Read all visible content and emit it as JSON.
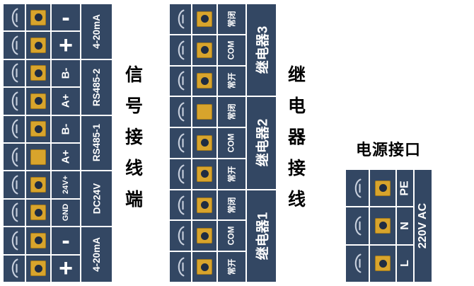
{
  "diagram": {
    "signal": {
      "title": "信号接线端",
      "rows": [
        {
          "label": "-"
        },
        {
          "label": "+"
        },
        {
          "label": "B-"
        },
        {
          "label": "A+"
        },
        {
          "label": "B-"
        },
        {
          "label": "A+"
        },
        {
          "label": "24V+"
        },
        {
          "label": "GND"
        },
        {
          "label": "-"
        },
        {
          "label": "+"
        }
      ],
      "groups": [
        {
          "label": "4-20mA",
          "span": 2
        },
        {
          "label": "RS485-2",
          "span": 2
        },
        {
          "label": "RS485-1",
          "span": 2
        },
        {
          "label": "DC24V",
          "span": 2
        },
        {
          "label": "4-20mA",
          "span": 2
        }
      ]
    },
    "relay": {
      "title": "继电器接线",
      "rows": [
        {
          "label": "常闭"
        },
        {
          "label": "COM"
        },
        {
          "label": "常开"
        },
        {
          "label": "常闭"
        },
        {
          "label": "COM"
        },
        {
          "label": "常开"
        },
        {
          "label": "常闭"
        },
        {
          "label": "COM"
        },
        {
          "label": "常开"
        }
      ],
      "groups": [
        {
          "label": "继电器3",
          "span": 3
        },
        {
          "label": "继电器2",
          "span": 3
        },
        {
          "label": "继电器1",
          "span": 3
        }
      ]
    },
    "power": {
      "title": "电源接口",
      "rows": [
        {
          "label": "PE"
        },
        {
          "label": "N"
        },
        {
          "label": "L"
        }
      ],
      "groups": [
        {
          "label": "220V AC",
          "span": 3
        }
      ]
    },
    "icons": {
      "clamp": "wire-clamp-icon",
      "terminal": "screw-terminal-icon"
    },
    "colors": {
      "block_background": "#334763",
      "terminal_yellow": "#d8a42c",
      "terminal_dot": "#1f2c42",
      "separator": "#ffffff",
      "label_text": "#ffffff",
      "title_text": "#000000"
    }
  }
}
